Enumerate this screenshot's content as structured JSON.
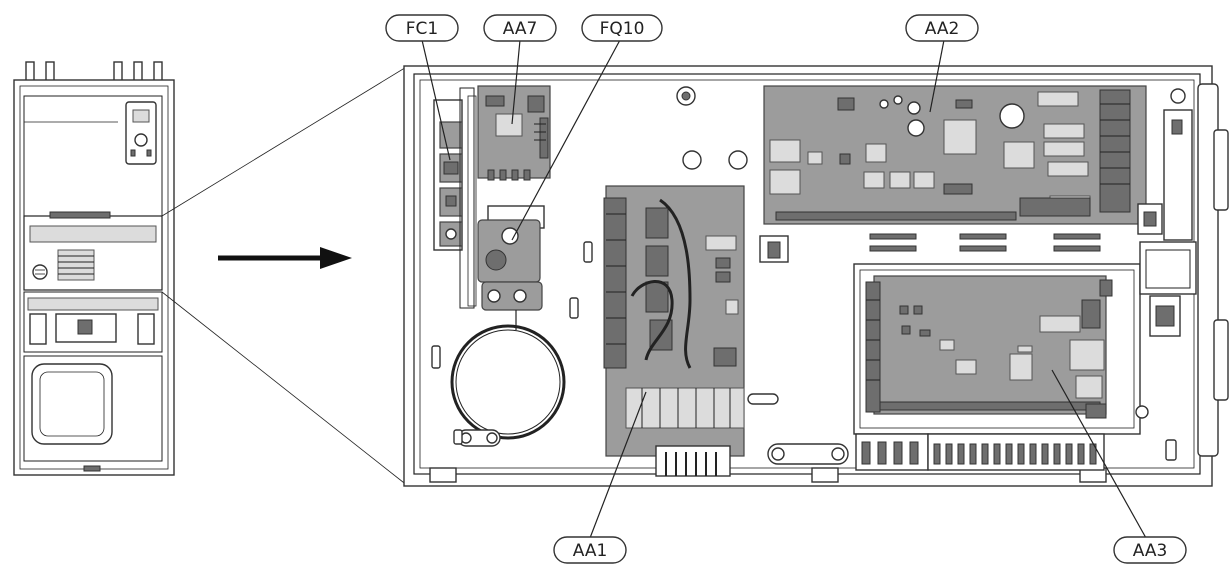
{
  "callouts": {
    "fc1": "FC1",
    "aa7": "AA7",
    "fq10": "FQ10",
    "aa2": "AA2",
    "aa1": "AA1",
    "aa3": "AA3"
  },
  "colors": {
    "line": "#222222",
    "board": "#9c9c9c",
    "board_dark": "#6e6e6e",
    "background": "#ffffff"
  },
  "icons": {
    "arrow": "right-arrow-icon"
  }
}
